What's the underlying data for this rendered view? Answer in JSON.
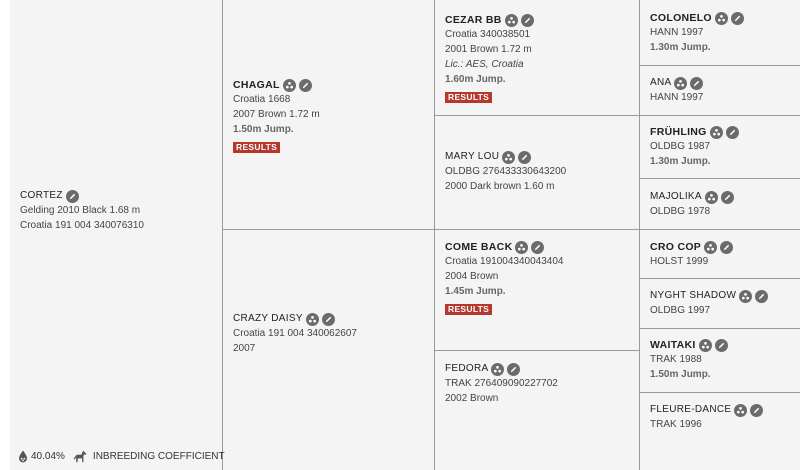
{
  "subject": {
    "name": "CORTEZ",
    "line1": "Gelding 2010 Black 1.68 m",
    "line2": "Croatia 191 004 340076310"
  },
  "sire": {
    "name": "CHAGAL",
    "line1": "Croatia 1668",
    "line2": "2007 Brown 1.72 m",
    "jump": "1.50m Jump.",
    "results": "RESULTS"
  },
  "dam": {
    "name": "CRAZY DAISY",
    "line1": "Croatia 191 004 340062607",
    "line2": "2007"
  },
  "ss": {
    "name": "CEZAR BB",
    "line1": "Croatia 340038501",
    "line2": "2001 Brown 1.72 m",
    "lic": "Lic.: AES, Croatia",
    "jump": "1.60m Jump.",
    "results": "RESULTS"
  },
  "sd": {
    "name": "MARY LOU",
    "line1": "OLDBG 276433330643200",
    "line2": "2000 Dark brown 1.60 m"
  },
  "ds": {
    "name": "COME BACK",
    "line1": "Croatia 191004340043404",
    "line2": "2004 Brown",
    "jump": "1.45m Jump.",
    "results": "RESULTS"
  },
  "dd": {
    "name": "FEDORA",
    "line1": "TRAK 276409090227702",
    "line2": "2002 Brown"
  },
  "g4": [
    {
      "name": "COLONELO",
      "line1": "HANN 1997",
      "jump": "1.30m Jump.",
      "bold": true
    },
    {
      "name": "ANA",
      "line1": "HANN 1997",
      "jump": "",
      "bold": false
    },
    {
      "name": "FRÜHLING",
      "line1": "OLDBG 1987",
      "jump": "1.30m Jump.",
      "bold": true
    },
    {
      "name": "MAJOLIKA",
      "line1": "OLDBG 1978",
      "jump": "",
      "bold": false
    },
    {
      "name": "CRO COP",
      "line1": "HOLST 1999",
      "jump": "",
      "bold": true
    },
    {
      "name": "NYGHT SHADOW",
      "line1": "OLDBG 1997",
      "jump": "",
      "bold": false
    },
    {
      "name": "WAITAKI",
      "line1": "TRAK 1988",
      "jump": "1.50m Jump.",
      "bold": true
    },
    {
      "name": "FLEURE-DANCE",
      "line1": "TRAK 1996",
      "jump": "",
      "bold": false
    }
  ],
  "footer": {
    "coefficient": "40.04%",
    "label": "INBREEDING COEFFICIENT"
  },
  "icons": [
    "pedigree-icon",
    "edit-pencil-icon",
    "drop-icon",
    "horse-icon"
  ],
  "colors": {
    "results_bg": "#b5382d",
    "icon_bg": "#6b6b6b",
    "border": "#9a9a9a",
    "background": "#f4f4f4"
  }
}
